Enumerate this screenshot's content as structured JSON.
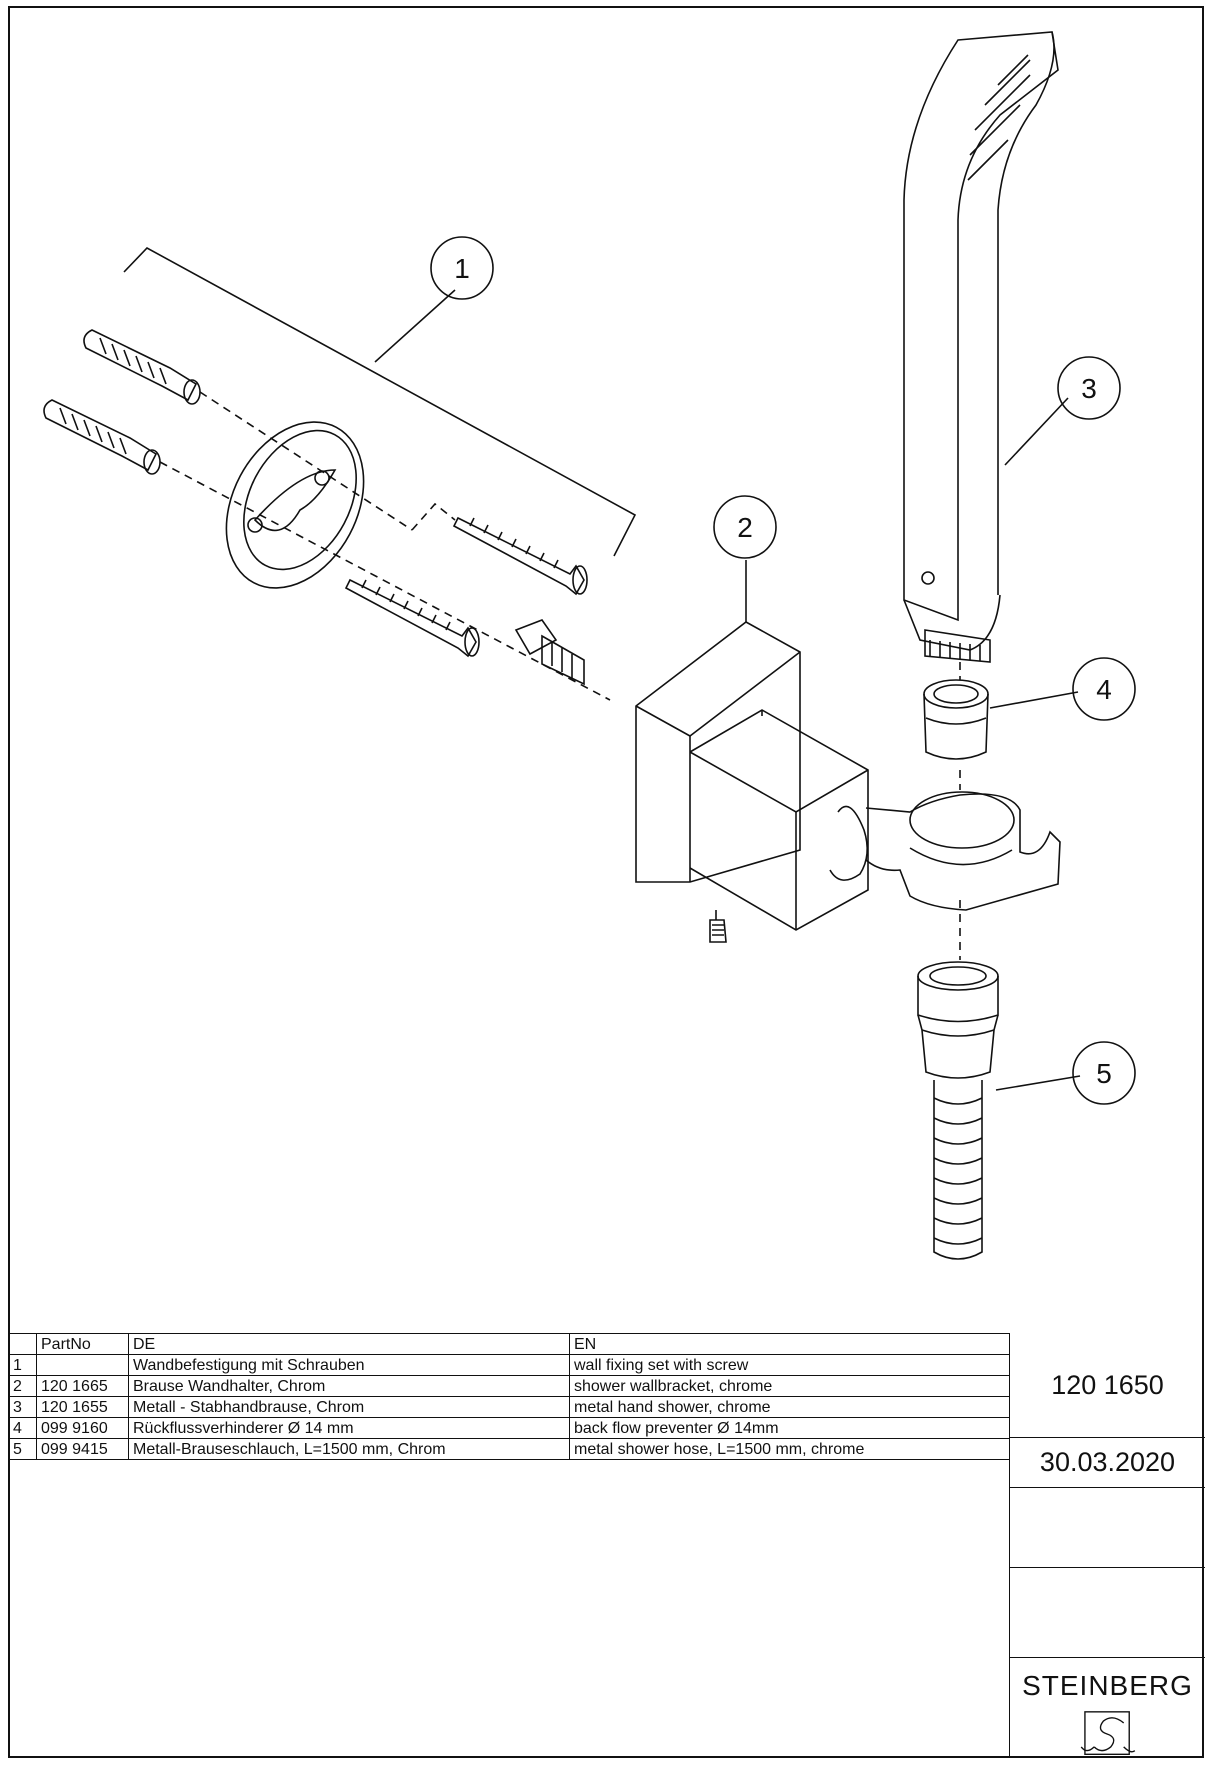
{
  "callouts": [
    "1",
    "2",
    "3",
    "4",
    "5"
  ],
  "parts_table": {
    "headers": [
      "",
      "PartNo",
      "DE",
      "EN"
    ],
    "rows": [
      [
        "1",
        "",
        "Wandbefestigung mit Schrauben",
        "wall fixing set with screw"
      ],
      [
        "2",
        "120 1665",
        "Brause Wandhalter, Chrom",
        "shower wallbracket, chrome"
      ],
      [
        "3",
        "120 1655",
        "Metall - Stabhandbrause, Chrom",
        "metal hand shower, chrome"
      ],
      [
        "4",
        "099 9160",
        "Rückflussverhinderer  Ø 14 mm",
        "back flow preventer Ø 14mm"
      ],
      [
        "5",
        "099 9415",
        "Metall-Brauseschlauch, L=1500 mm, Chrom",
        "metal shower hose, L=1500 mm, chrome"
      ]
    ]
  },
  "title_block": {
    "doc_number": "120 1650",
    "date": "30.03.2020",
    "brand": "STEINBERG",
    "logo_icon": "steinberg-logo-icon"
  }
}
